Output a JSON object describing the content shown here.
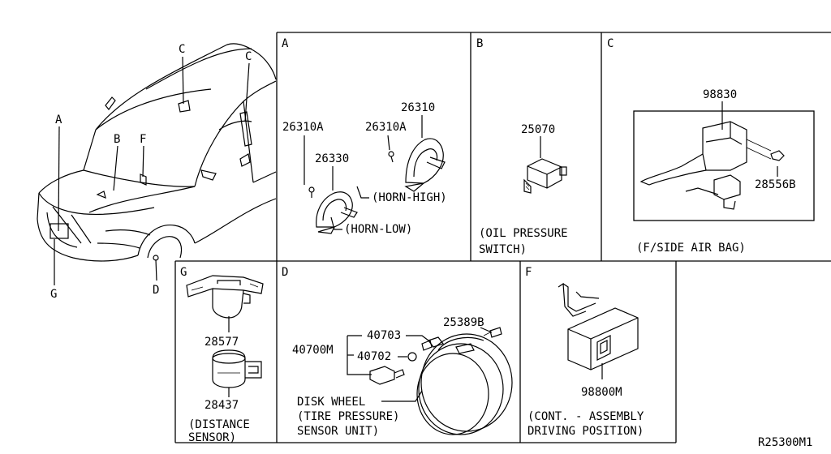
{
  "reference_code": "R25300M1",
  "car_callouts": [
    "A",
    "B",
    "C",
    "C",
    "F",
    "G",
    "D"
  ],
  "panels": {
    "A": {
      "letter": "A",
      "parts": [
        "26310A",
        "26310A",
        "26330",
        "26310"
      ],
      "captions": [
        "(HORN-HIGH)",
        "(HORN-LOW)"
      ]
    },
    "B": {
      "letter": "B",
      "parts": [
        "25070"
      ],
      "caption_lines": [
        "(OIL PRESSURE",
        "SWITCH)"
      ]
    },
    "C": {
      "letter": "C",
      "parts": [
        "98830",
        "28556B"
      ],
      "caption": "(F/SIDE AIR BAG)"
    },
    "G": {
      "letter": "G",
      "parts": [
        "28577",
        "28437"
      ],
      "caption_lines": [
        "(DISTANCE",
        "SENSOR)"
      ]
    },
    "D": {
      "letter": "D",
      "parts": [
        "40703",
        "25389B",
        "40700M",
        "40702"
      ],
      "caption_lines": [
        "DISK WHEEL",
        "(TIRE PRESSURE)",
        "SENSOR UNIT)"
      ]
    },
    "F": {
      "letter": "F",
      "parts": [
        "98800M"
      ],
      "caption_lines": [
        "(CONT. - ASSEMBLY",
        "DRIVING POSITION)"
      ]
    }
  }
}
